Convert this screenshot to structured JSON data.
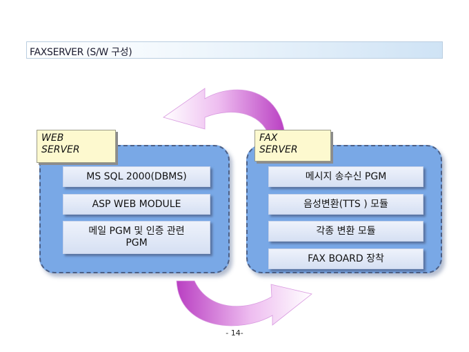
{
  "title": "FAXSERVER (S/W 구성)",
  "web_server": {
    "label_lines": [
      "WEB",
      "SERVER"
    ],
    "modules": [
      "MS SQL 2000(DBMS)",
      "ASP WEB MODULE",
      "메일 PGM 및 인증 관련 PGM"
    ]
  },
  "fax_server": {
    "label_lines": [
      "FAX",
      "SERVER"
    ],
    "modules": [
      "메시지 송수신 PGM",
      "음성변환(TTS ) 모듈",
      "각종 변환 모듈",
      "FAX BOARD 장착"
    ]
  },
  "page_number": "- 14-",
  "colors": {
    "panel": "#79a8e6",
    "label": "#fdf9cf",
    "module": "#e3e9f7",
    "arrow": "#c84fd0"
  }
}
